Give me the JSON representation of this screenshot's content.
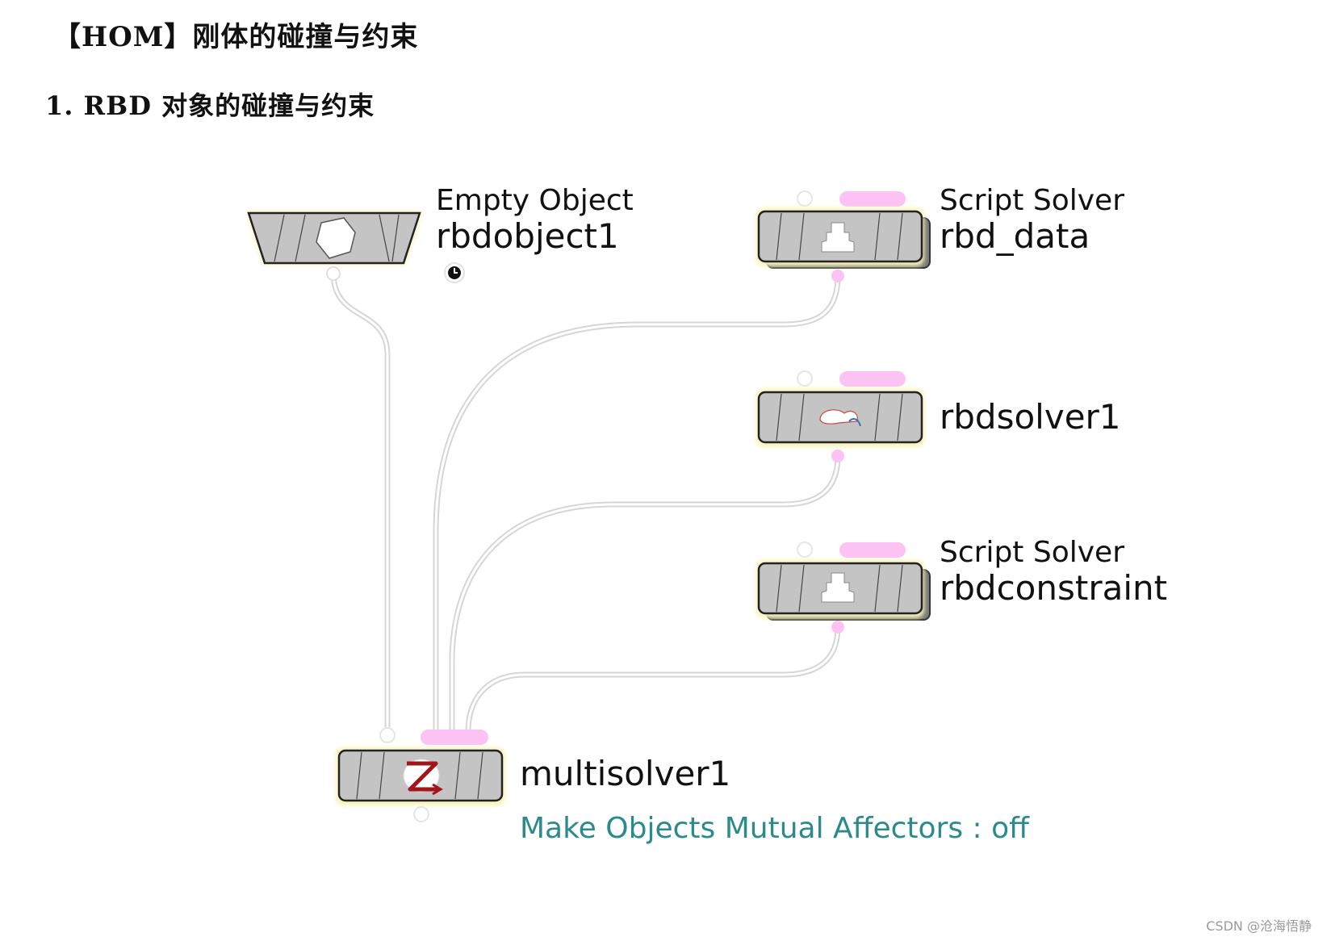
{
  "header": {
    "title": "【HOM】刚体的碰撞与约束",
    "section": "1. RBD 对象的碰撞与约束"
  },
  "nodes": [
    {
      "id": "rbdobject1",
      "type_label": "Empty Object",
      "name": "rbdobject1",
      "icon": "polyhedron-icon"
    },
    {
      "id": "rbd_data",
      "type_label": "Script Solver",
      "name": "rbd_data",
      "icon": "script-solver-icon"
    },
    {
      "id": "rbdsolver1",
      "type_label": "",
      "name": "rbdsolver1",
      "icon": "rbd-solver-icon"
    },
    {
      "id": "rbdconstraint",
      "type_label": "Script Solver",
      "name": "rbdconstraint",
      "icon": "script-solver-icon"
    },
    {
      "id": "multisolver1",
      "type_label": "",
      "name": "multisolver1",
      "icon": "multisolver-icon",
      "note": "Make Objects Mutual Affectors : off"
    }
  ],
  "colors": {
    "node_body": "#c4c4c4",
    "node_border": "#222222",
    "node_glow": "#f7f3b8",
    "flag_pink": "#fbc2f3",
    "wire": "#dcdcdc",
    "note_teal": "#2a8a8c"
  },
  "watermark": "CSDN @沧海悟静"
}
